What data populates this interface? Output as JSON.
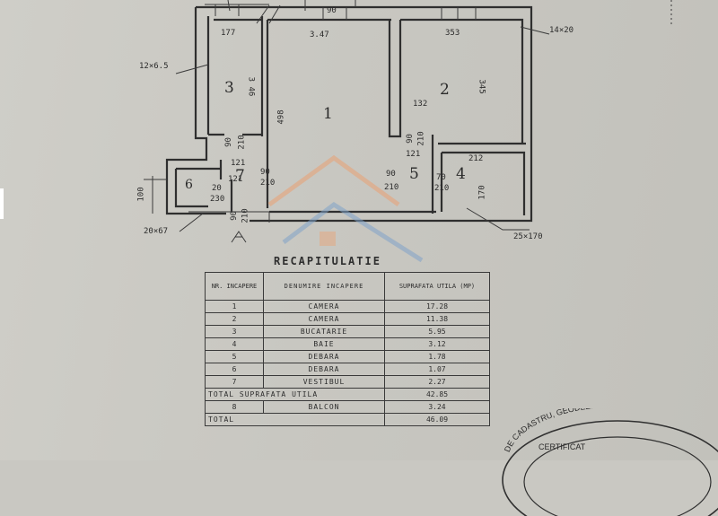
{
  "plan": {
    "rooms": [
      {
        "id": "3",
        "label": "3"
      },
      {
        "id": "1",
        "label": "1"
      },
      {
        "id": "2",
        "label": "2"
      },
      {
        "id": "7",
        "label": "7"
      },
      {
        "id": "6",
        "label": "6"
      },
      {
        "id": "5",
        "label": "5"
      },
      {
        "id": "4",
        "label": "4"
      }
    ],
    "dims": {
      "d177": "177",
      "d347": "3.47",
      "d353": "353",
      "d14x20": "14×20",
      "d12x65": "12×6.5",
      "d346a": "3 46",
      "d498": "498",
      "d132": "132",
      "d345": "345",
      "d121a": "121",
      "d90a": "90",
      "d210a": "210",
      "d90b": "90",
      "d210b": "210",
      "d212": "212",
      "d170": "170",
      "d121b": "121",
      "d20": "20",
      "d230": "230",
      "d100": "100",
      "d20x67": "20×67",
      "d25x170": "25×170",
      "d90c": "90",
      "d210c": "210",
      "d90d": "90",
      "d210d": "210",
      "d70": "70",
      "d210e": "210",
      "d90e": "90",
      "d90f": "90",
      "d210f": "210",
      "d121c": "121"
    }
  },
  "table": {
    "title": "RECAPITULATIE",
    "headers": {
      "nr": "NR. INCAPERE",
      "name": "DENUMIRE INCAPERE",
      "area": "SUPRAFATA UTILA (MP)"
    },
    "rows": [
      {
        "nr": "1",
        "name": "CAMERA",
        "area": "17.28"
      },
      {
        "nr": "2",
        "name": "CAMERA",
        "area": "11.38"
      },
      {
        "nr": "3",
        "name": "BUCATARIE",
        "area": "5.95"
      },
      {
        "nr": "4",
        "name": "BAIE",
        "area": "3.12"
      },
      {
        "nr": "5",
        "name": "DEBARA",
        "area": "1.78"
      },
      {
        "nr": "6",
        "name": "DEBARA",
        "area": "1.07"
      },
      {
        "nr": "7",
        "name": "VESTIBUL",
        "area": "2.27"
      }
    ],
    "total_useful": {
      "label": "TOTAL SUPRAFATA UTILA",
      "area": "42.85"
    },
    "balcony": {
      "nr": "8",
      "name": "BALCON",
      "area": "3.24"
    },
    "total": {
      "label": "TOTAL",
      "area": "46.09"
    }
  },
  "stamp": {
    "arc_text": "DE CADASTRU, GEODEZIE",
    "center_text": "CERTIFICAT"
  }
}
